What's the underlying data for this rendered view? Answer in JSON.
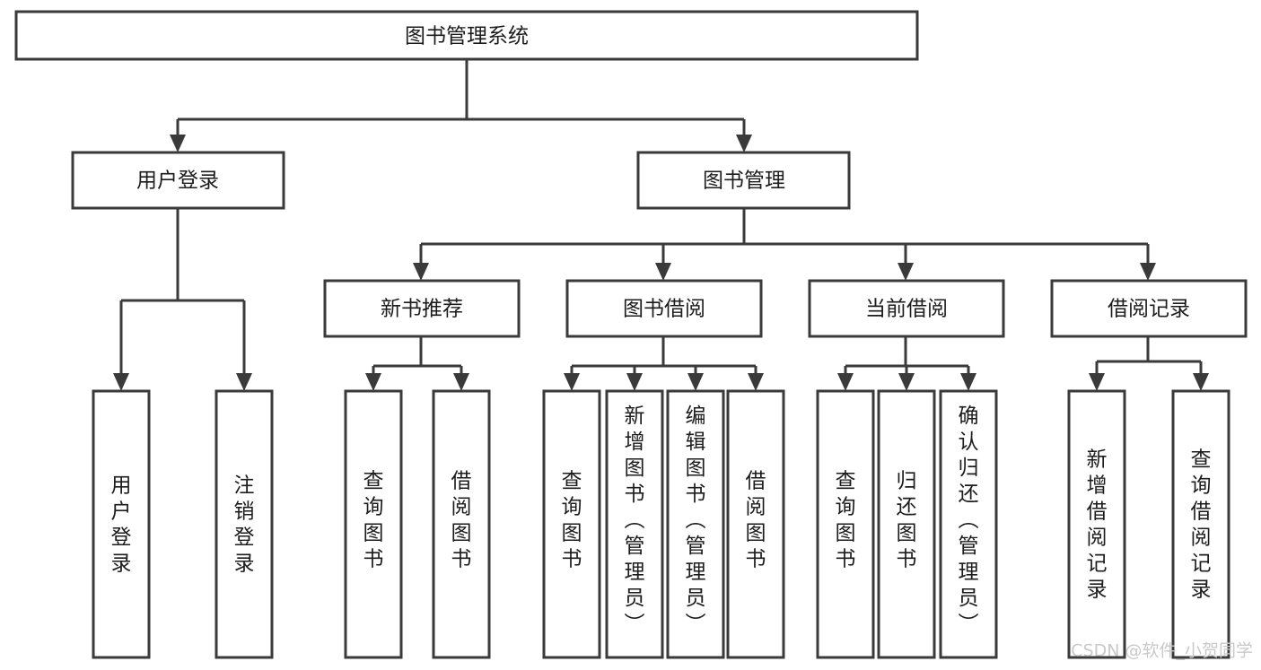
{
  "diagram": {
    "type": "tree",
    "title": "图书管理系统",
    "orientation": "top-down",
    "watermark": "CSDN @软件_小贺同学",
    "nodes": {
      "root": {
        "label": "图书管理系统"
      },
      "level2": [
        {
          "id": "user-login",
          "label": "用户登录"
        },
        {
          "id": "book-manage",
          "label": "图书管理"
        }
      ],
      "level3": [
        {
          "id": "new-book-rec",
          "label": "新书推荐",
          "parent": "book-manage"
        },
        {
          "id": "book-borrow",
          "label": "图书借阅",
          "parent": "book-manage"
        },
        {
          "id": "current-borrow",
          "label": "当前借阅",
          "parent": "book-manage"
        },
        {
          "id": "borrow-record",
          "label": "借阅记录",
          "parent": "book-manage"
        }
      ],
      "leaves": [
        {
          "id": "leaf-user-login",
          "label": "用户登录",
          "parent": "user-login"
        },
        {
          "id": "leaf-logout-login",
          "label": "注销登录",
          "parent": "user-login"
        },
        {
          "id": "leaf-query-book-1",
          "label": "查询图书",
          "parent": "new-book-rec"
        },
        {
          "id": "leaf-borrow-book-1",
          "label": "借阅图书",
          "parent": "new-book-rec"
        },
        {
          "id": "leaf-query-book-2",
          "label": "查询图书",
          "parent": "book-borrow"
        },
        {
          "id": "leaf-add-book",
          "label": "新增图书（管理员）",
          "parent": "book-borrow"
        },
        {
          "id": "leaf-edit-book",
          "label": "编辑图书（管理员）",
          "parent": "book-borrow"
        },
        {
          "id": "leaf-borrow-book-2",
          "label": "借阅图书",
          "parent": "book-borrow"
        },
        {
          "id": "leaf-query-book-3",
          "label": "查询图书",
          "parent": "current-borrow"
        },
        {
          "id": "leaf-return-book",
          "label": "归还图书",
          "parent": "current-borrow"
        },
        {
          "id": "leaf-confirm-return",
          "label": "确认归还（管理员）",
          "parent": "current-borrow"
        },
        {
          "id": "leaf-add-record",
          "label": "新增借阅记录",
          "parent": "borrow-record"
        },
        {
          "id": "leaf-query-record",
          "label": "查询借阅记录",
          "parent": "borrow-record"
        }
      ]
    },
    "colors": {
      "stroke": "#3a3a3a",
      "box_fill": "#ffffff",
      "text": "#1c1c1c",
      "background": "#ffffff",
      "watermark": "#c9c9c9"
    }
  }
}
